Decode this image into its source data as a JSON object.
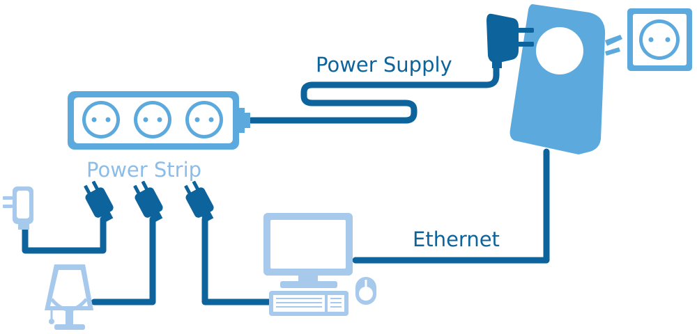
{
  "labels": {
    "power_supply": "Power Supply",
    "power_strip": "Power Strip",
    "ethernet": "Ethernet"
  },
  "colors": {
    "dark": "#0d639c",
    "medium": "#5ca9dd",
    "light": "#a6c9ec",
    "background": "#ffffff"
  },
  "icons": [
    "wall-socket-icon",
    "powerline-adapter-icon",
    "power-supply-plug-icon",
    "power-strip-icon",
    "plug-icon",
    "phone-charger-icon",
    "table-lamp-icon",
    "desktop-computer-icon",
    "mouse-icon"
  ]
}
